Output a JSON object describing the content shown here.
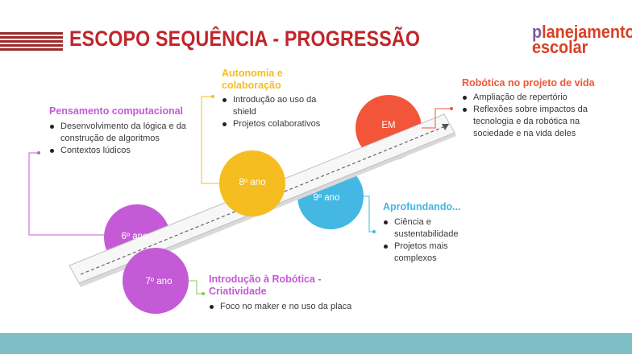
{
  "title": "ESCOPO SEQUÊNCIA - PROGRESSÃO",
  "logo": {
    "line1": "planejamento",
    "line2": "escolar"
  },
  "colors": {
    "title": "#c0262b",
    "sexto": "#c45ad6",
    "setimo": "#c45ad6",
    "oitavo": "#f5bd1f",
    "nono": "#44b8e3",
    "em": "#f2553a",
    "bar": "#7cbec4"
  },
  "stages": [
    {
      "label": "6º ano",
      "heading": "Pensamento computacional",
      "bullets": [
        "Desenvolvimento da lógica e da construção de algoritmos",
        "Contextos lúdicos"
      ]
    },
    {
      "label": "7º ano",
      "heading": "Introdução à Robótica - Criatividade",
      "bullets": [
        "Foco no maker e no uso da placa"
      ]
    },
    {
      "label": "8º ano",
      "heading": "Autonomia e colaboração",
      "bullets": [
        "Introdução ao uso da shield",
        "Projetos colaborativos"
      ]
    },
    {
      "label": "9º ano",
      "heading": "Aprofundando...",
      "bullets": [
        "Ciência e sustentabilidade",
        "Projetos mais complexos"
      ]
    },
    {
      "label": "EM",
      "heading": "Robótica no projeto de vida",
      "bullets": [
        "Ampliação de repertório",
        "Reflexões sobre impactos da tecnologia e da robótica na sociedade e na vida deles"
      ]
    }
  ]
}
